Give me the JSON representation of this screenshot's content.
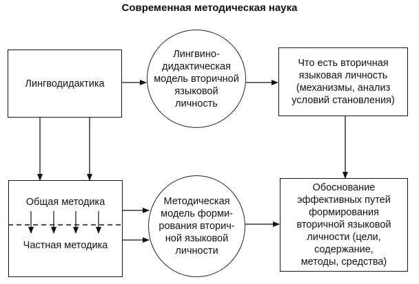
{
  "title": "Современная методическая наука",
  "nodes": {
    "linguodidactics": "Лингводидактика",
    "model1": "Лингвино-\nдидактическая\nмодель вторичной\nязыковой\nличность",
    "secondary_personality": "Что есть вторичная\nязыковая личность\n(механизмы, анализ\nусловий становления)",
    "general_methodology": "Общая методика",
    "particular_methodology": "Частная методика",
    "model2": "Методическая\nмодель форми-\nрования вторич-\nной языковой\nличности",
    "justification": "Обоснование\nэффективных путей\nформирования\nвторичной языковой\nличности (цели,\nсодержание,\nметоды, средства)"
  },
  "edges": [
    {
      "from": "linguodidactics",
      "to": "model1"
    },
    {
      "from": "model1",
      "to": "secondary_personality"
    },
    {
      "from": "linguodidactics",
      "to": "general_methodology"
    },
    {
      "from": "linguodidactics",
      "to": "general_methodology"
    },
    {
      "from": "general_methodology",
      "to": "particular_methodology"
    },
    {
      "from": "general_methodology",
      "to": "model2"
    },
    {
      "from": "particular_methodology",
      "to": "model2"
    },
    {
      "from": "model2",
      "to": "justification"
    },
    {
      "from": "secondary_personality",
      "to": "justification"
    }
  ]
}
